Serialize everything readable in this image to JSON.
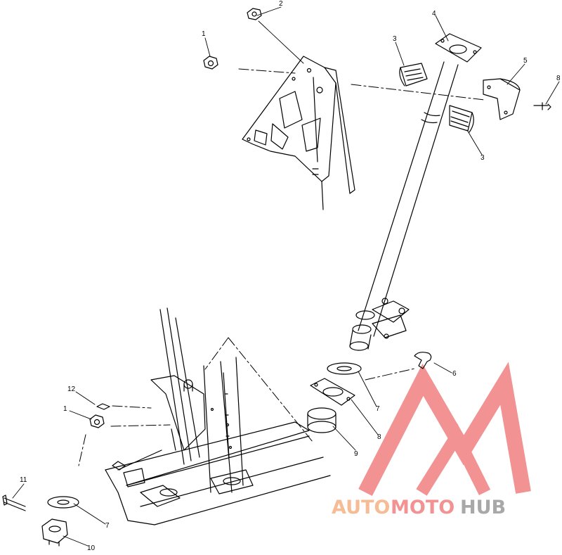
{
  "callouts": [
    {
      "id": "c1a",
      "text": "1"
    },
    {
      "id": "c2",
      "text": "2"
    },
    {
      "id": "c3a",
      "text": "3"
    },
    {
      "id": "c3b",
      "text": "3"
    },
    {
      "id": "c4",
      "text": "4"
    },
    {
      "id": "c5",
      "text": "5"
    },
    {
      "id": "c8a",
      "text": "8"
    },
    {
      "id": "c6",
      "text": "6"
    },
    {
      "id": "c7a",
      "text": "7"
    },
    {
      "id": "c8b",
      "text": "8"
    },
    {
      "id": "c9",
      "text": "9"
    },
    {
      "id": "c12",
      "text": "12"
    },
    {
      "id": "c1b",
      "text": "1"
    },
    {
      "id": "c11",
      "text": "11"
    },
    {
      "id": "c7b",
      "text": "7"
    },
    {
      "id": "c10",
      "text": "10"
    }
  ],
  "watermark": {
    "part1": "AUTO",
    "part2": "MOTO",
    "part3": "HUB",
    "color_orange": "#f4b183",
    "color_red": "#f08080",
    "color_gray": "#9a9a9a"
  }
}
